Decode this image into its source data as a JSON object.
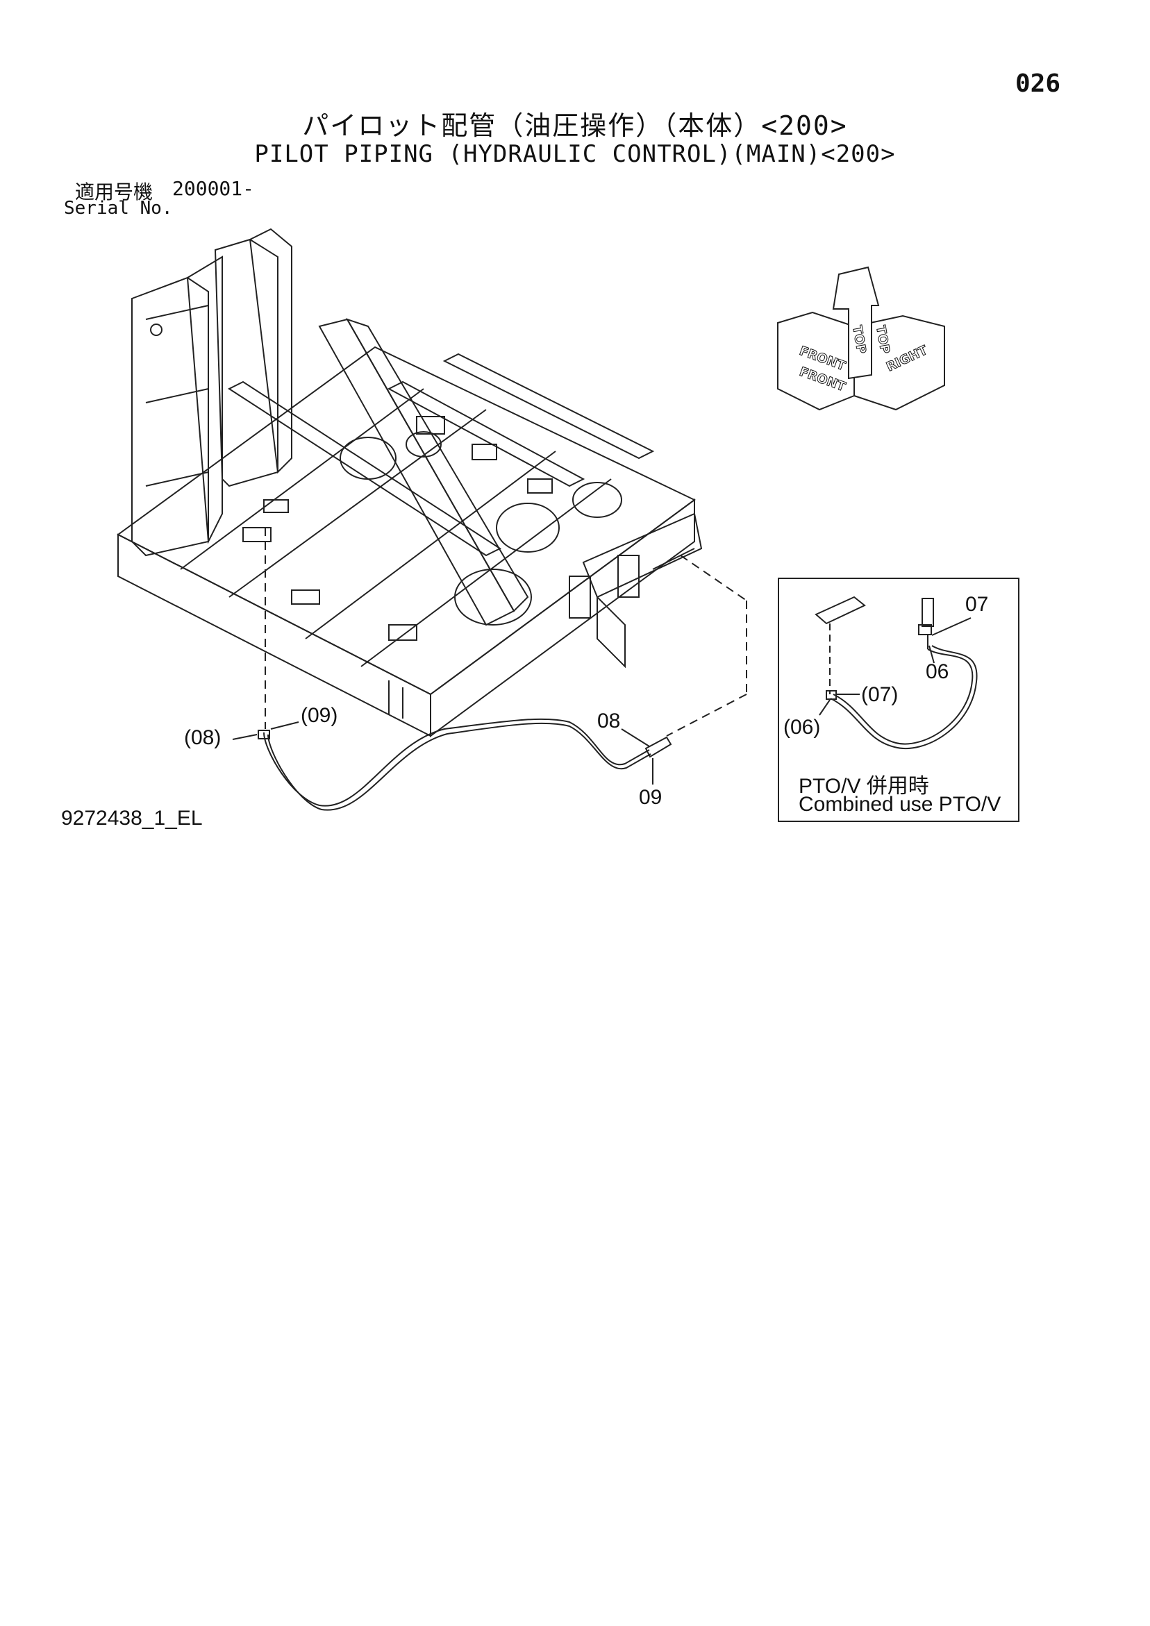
{
  "page_number": "026",
  "title_jp": "パイロット配管（油圧操作）（本体）<200>",
  "title_en": "PILOT  PIPING (HYDRAULIC CONTROL)(MAIN)<200>",
  "serial": {
    "label_jp": "適用号機",
    "value": "200001-",
    "label_en": "Serial No."
  },
  "orientation_labels": {
    "top": "TOP",
    "front": "FRONT",
    "right": "RIGHT"
  },
  "callouts": {
    "p08_ref": "(08)",
    "p09_ref": "(09)",
    "p08": "08",
    "p09": "09"
  },
  "inset": {
    "p07": "07",
    "p06": "06",
    "p07_ref": "(07)",
    "p06_ref": "(06)",
    "caption_jp": "PTO/V 併用時",
    "caption_en": "Combined use PTO/V"
  },
  "drawing_number": "9272438_1_EL"
}
